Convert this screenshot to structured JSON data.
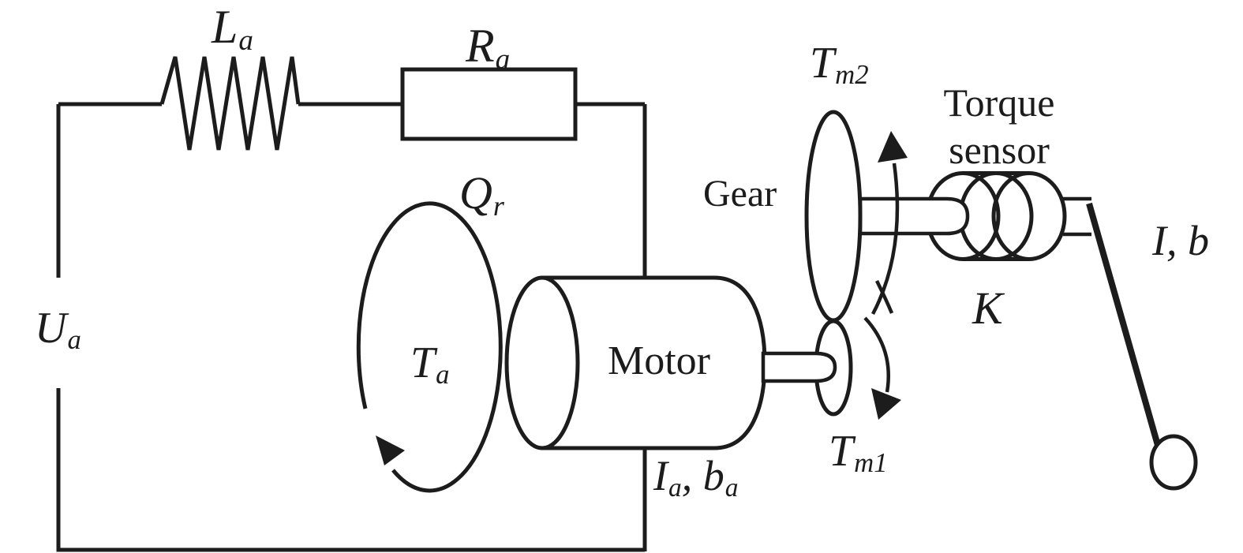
{
  "diagram_title": "DC motor with gear, torque sensor and pendulum load",
  "colors": {
    "ink": "#1c1c1c",
    "background": "#ffffff"
  },
  "labels": {
    "inductor": {
      "main": "L",
      "sub": "a"
    },
    "resistor": {
      "main": "R",
      "sub": "a"
    },
    "voltage": {
      "main": "U",
      "sub": "a"
    },
    "rotation": {
      "main": "Q",
      "sub": "r"
    },
    "motor_torque": {
      "main": "T",
      "sub": "a"
    },
    "motor": {
      "text": "Motor"
    },
    "motor_inertia": {
      "p1": "I",
      "p1sub": "a",
      "p2": ", b",
      "p2sub": "a"
    },
    "gear": {
      "text": "Gear"
    },
    "gear_torque_up": {
      "main": "T",
      "sub": "m2"
    },
    "gear_torque_down": {
      "main": "T",
      "sub": "m1"
    },
    "torque_sensor": {
      "line1": "Torque",
      "line2": "sensor"
    },
    "sensor_stiffness": {
      "main": "K"
    },
    "pendulum_inertia": {
      "text": "I, b"
    }
  }
}
